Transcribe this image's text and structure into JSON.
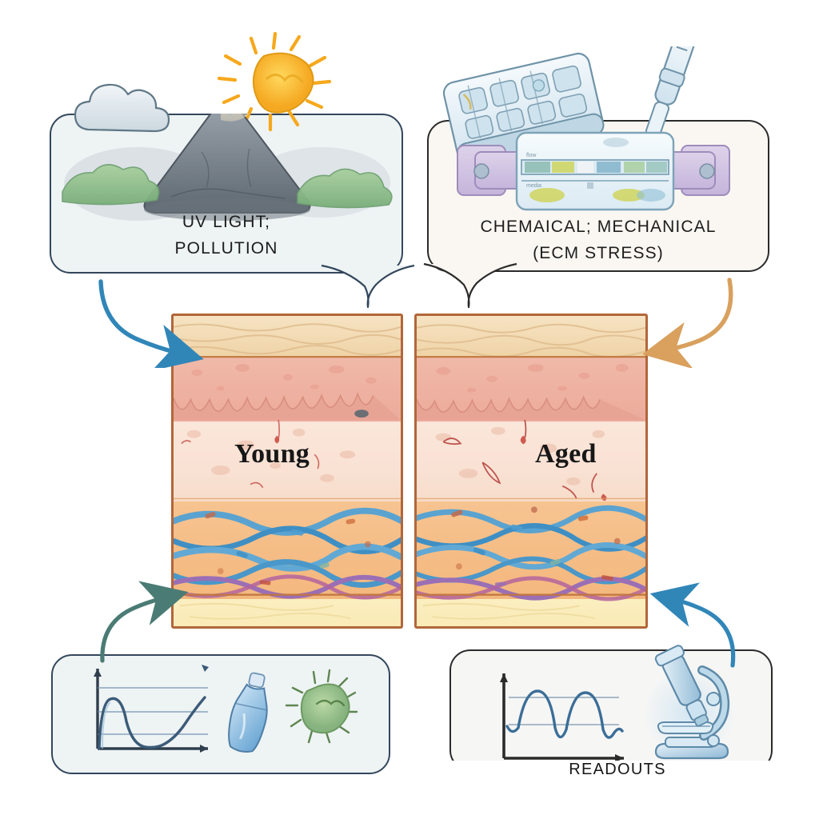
{
  "figure": {
    "type": "scientific-schematic",
    "subject": "Skin aging model: environmental and lab stressors acting on young vs aged skin, with assay readouts"
  },
  "callouts": {
    "stressor_environmental": {
      "line1": "UV LIGHT;",
      "line2": "POLLUTION",
      "bg_color": "#eef3f4",
      "border_color": "#33475c",
      "icons": [
        "cloud-icon",
        "sun-icon",
        "volcano-icon",
        "bush-icon"
      ]
    },
    "stressor_lab": {
      "line1": "CHEMAICAL; MECHANICAL",
      "line2": "(ECM STRESS)",
      "bg_color": "#faf7f2",
      "border_color": "#2b2b2b",
      "icons": [
        "well-plate-icon",
        "pipette-icon",
        "organ-chip-icon"
      ]
    }
  },
  "skin": {
    "young": {
      "label": "Young",
      "layers": [
        {
          "name": "stratum corneum",
          "color": "#f3dcb6"
        },
        {
          "name": "epidermis",
          "color": "#eeb0a0"
        },
        {
          "name": "papillary dermis",
          "color": "#f9e2d4"
        },
        {
          "name": "reticular dermis",
          "color": "#f5bd86"
        },
        {
          "name": "subcutaneous fat",
          "color": "#faeab5"
        }
      ]
    },
    "aged": {
      "label": "Aged",
      "layers": [
        {
          "name": "stratum corneum",
          "color": "#f3dcb6"
        },
        {
          "name": "epidermis",
          "color": "#eeb0a0"
        },
        {
          "name": "papillary dermis",
          "color": "#f9e2d4"
        },
        {
          "name": "reticular dermis",
          "color": "#f5bd86"
        },
        {
          "name": "subcutaneous fat",
          "color": "#faeab5"
        }
      ]
    },
    "border_color": "#b2663a",
    "fiber_colors": [
      "#4f9ed0",
      "#3b8ac4",
      "#9b6fb5",
      "#b3649e"
    ]
  },
  "panels": {
    "assay": {
      "label": "",
      "bg_color": "#eef3f4",
      "border_color": "#33475c",
      "icons": [
        "line-chart-icon",
        "bottle-icon",
        "cell-glow-icon"
      ]
    },
    "readouts": {
      "label": "READOUTS",
      "bg_color": "#f6f6f5",
      "border_color": "#2b2b2b",
      "icons": [
        "wave-chart-icon",
        "microscope-icon"
      ]
    }
  },
  "arrows": [
    {
      "name": "arrow-env-to-skin",
      "color": "#3186b8",
      "direction": "down-right"
    },
    {
      "name": "arrow-lab-to-skin",
      "color": "#d9a05e",
      "direction": "down-left"
    },
    {
      "name": "arrow-assay-to-skin",
      "color": "#4a7b74",
      "direction": "up-right"
    },
    {
      "name": "arrow-readouts-to-skin",
      "color": "#3186b8",
      "direction": "up-left"
    }
  ]
}
